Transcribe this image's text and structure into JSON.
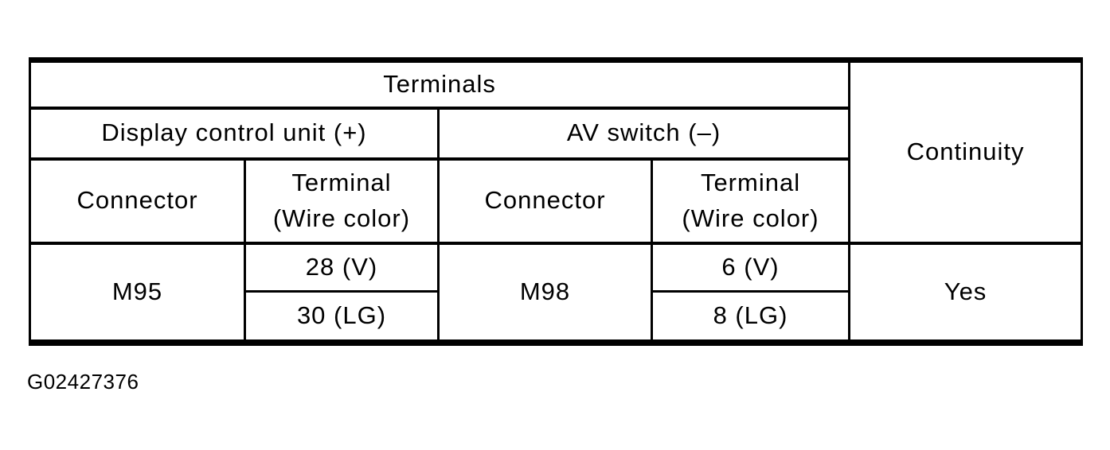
{
  "table": {
    "header": {
      "terminals_label": "Terminals",
      "continuity_label": "Continuity",
      "left_group_label": "Display control unit (+)",
      "right_group_label": "AV switch (–)",
      "left_connector_label": "Connector",
      "left_terminal_label": "Terminal\n(Wire color)",
      "right_connector_label": "Connector",
      "right_terminal_label": "Terminal\n(Wire color)"
    },
    "rows": [
      {
        "left_connector": "M95",
        "left_terminals": [
          "28 (V)",
          "30 (LG)"
        ],
        "right_connector": "M98",
        "right_terminals": [
          "6 (V)",
          "8 (LG)"
        ],
        "continuity": "Yes"
      }
    ]
  },
  "figure_id": "G02427376",
  "colors": {
    "background": "#ffffff",
    "line": "#000000",
    "text": "#000000"
  }
}
